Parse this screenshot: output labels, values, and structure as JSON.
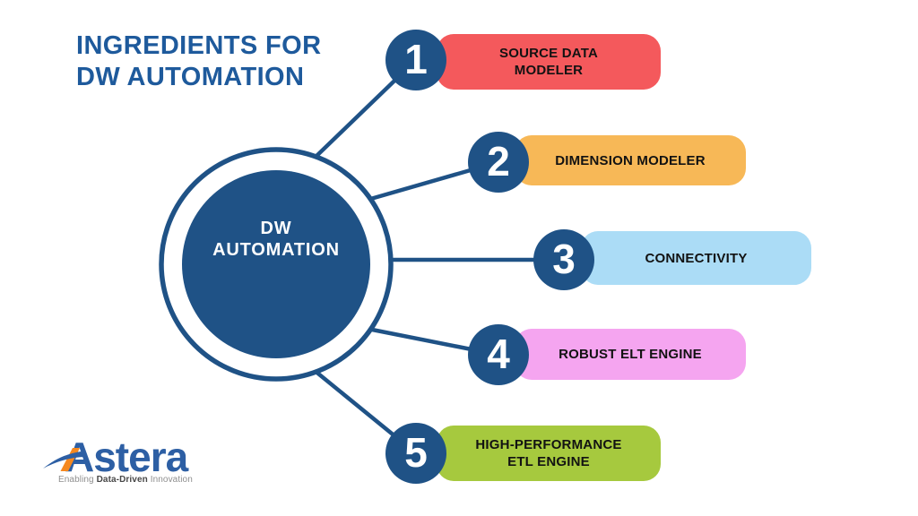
{
  "title": {
    "line1": "INGREDIENTS FOR",
    "line2": "DW AUTOMATION"
  },
  "center_circle": {
    "line1": "DW",
    "line2": "AUTOMATION"
  },
  "items": [
    {
      "number": "1",
      "label": "SOURCE DATA\nMODELER",
      "color": "#F4595C"
    },
    {
      "number": "2",
      "label": "DIMENSION MODELER",
      "color": "#F7B857"
    },
    {
      "number": "3",
      "label": "CONNECTIVITY",
      "color": "#ABDCF6"
    },
    {
      "number": "4",
      "label": "ROBUST ELT ENGINE",
      "color": "#F5A5F0"
    },
    {
      "number": "5",
      "label": "HIGH-PERFORMANCE\nETL ENGINE",
      "color": "#A6C93E"
    }
  ],
  "logo": {
    "brand": "Astera",
    "tagline_prefix": "Enabling ",
    "tagline_emphasis": "Data-Driven",
    "tagline_suffix": " Innovation"
  },
  "colors": {
    "node_blue": "#1F5286",
    "title_blue": "#1E5A9C",
    "bar_text": "#121212",
    "number_text": "#FFFFFF",
    "logo_blue": "#2D5FA4",
    "logo_orange": "#F5881F",
    "background": "#FFFFFF"
  }
}
